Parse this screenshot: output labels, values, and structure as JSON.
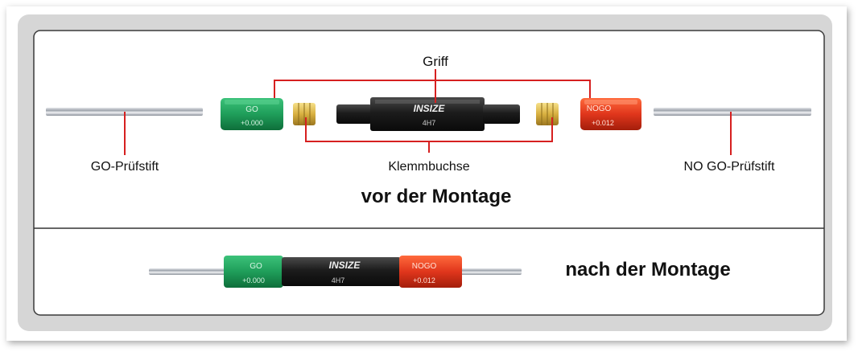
{
  "labels": {
    "griff": "Griff",
    "go_pin": "GO-Prüfstift",
    "clamp": "Klemmbuchse",
    "nogo_pin": "NO GO-Prüfstift",
    "before": "vor der Montage",
    "after": "nach der Montage"
  },
  "parts": {
    "go_handle_top": "GO",
    "go_handle_bottom": "+0.000",
    "nogo_handle_top": "NOGO",
    "nogo_handle_bottom": "+0.012",
    "brand": "INSIZE",
    "grade": "4H7"
  },
  "colors": {
    "go_green": "#1f9e5a",
    "nogo_red": "#e0361c",
    "leader_red": "#d62020",
    "body_black": "#1a1a1a",
    "brass": "#d8b040"
  }
}
